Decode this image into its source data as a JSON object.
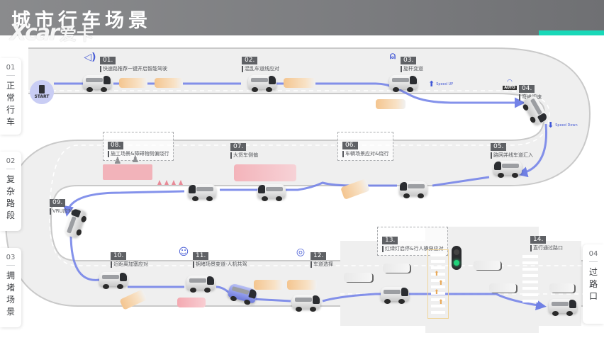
{
  "header": {
    "title": "城市行车场景",
    "watermark_logo": "Xcar",
    "watermark_cn": "爱卡",
    "accent_color": "#19d8b8"
  },
  "side_tabs": [
    {
      "number": "01",
      "label": "正常行车"
    },
    {
      "number": "02",
      "label": "复杂路段"
    },
    {
      "number": "03",
      "label": "拥堵场景"
    },
    {
      "number": "04",
      "label": "过路口"
    }
  ],
  "start": {
    "label": "START",
    "icon": "building-icon"
  },
  "scenes": [
    {
      "number": "01.",
      "text": "快速路推荐一键开启智能驾驶",
      "icon": "speaker-icon"
    },
    {
      "number": "02.",
      "text": "混乱车道线应对"
    },
    {
      "number": "03.",
      "text": "旋杆变道",
      "icon": "lever-icon"
    },
    {
      "number": "04.",
      "text": "弯道调速",
      "icon": "auto-speed-icon",
      "icon_text": "AUTO"
    },
    {
      "number": "05.",
      "text": "路网并线车道汇入"
    },
    {
      "number": "06.",
      "text": "车辆场景应对&绕行"
    },
    {
      "number": "07.",
      "text": "大货车侧偏"
    },
    {
      "number": "08.",
      "text": "施工场景&障碍物侧偏绕行"
    },
    {
      "number": "09.",
      "text": "VRU应对"
    },
    {
      "number": "10.",
      "text": "近距离加塞应对"
    },
    {
      "number": "11.",
      "text": "拥堵场景变道-人机共驾",
      "icon": "head-steer-icon"
    },
    {
      "number": "12.",
      "text": "车道选择",
      "icon": "target-icon"
    },
    {
      "number": "13.",
      "text": "红绿灯启停&行人横穿应对"
    },
    {
      "number": "14.",
      "text": "直行通过路口"
    }
  ],
  "speed_tags": {
    "up": "Speed UP",
    "down": "Speed Down"
  },
  "colors": {
    "path": "#6f7fe8",
    "road": "#eeeeee",
    "traffic_light_green": "#20d27a"
  }
}
